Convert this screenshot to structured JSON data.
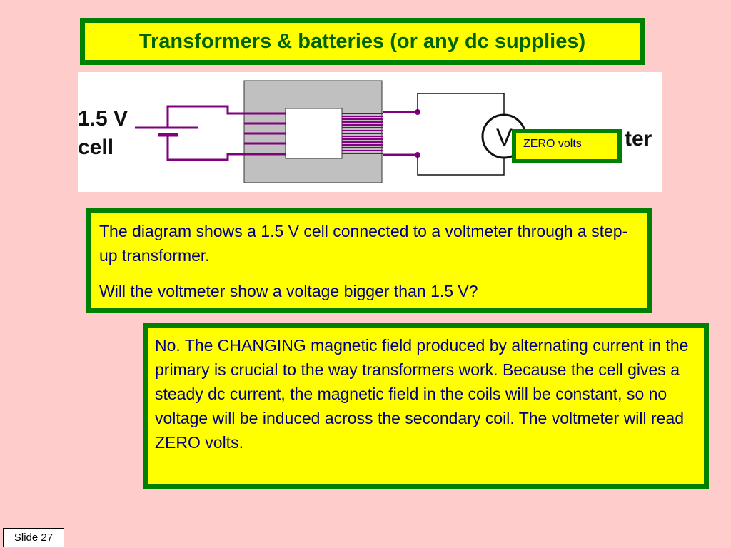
{
  "title": "Transformers & batteries (or any dc supplies)",
  "diagram": {
    "cell_label_line1": "1.5 V",
    "cell_label_line2": "cell",
    "meter_symbol": "V",
    "meter_label_fragment": "ter",
    "callout": "ZERO volts",
    "wire_color": "#800080"
  },
  "question": {
    "line1": "The diagram shows a 1.5 V cell connected to a voltmeter through a step-up transformer.",
    "line2": "Will the voltmeter show a voltage bigger than 1.5 V?"
  },
  "answer": "No. The CHANGING magnetic field produced by alternating current in the primary is crucial to the way transformers work. Because the cell gives a steady dc current, the magnetic field in the coils will be constant, so no voltage will be induced across the secondary coil. The voltmeter will read ZERO volts.",
  "slide_label": "Slide 27",
  "colors": {
    "background": "#ffcccc",
    "box_fill": "#ffff00",
    "box_border": "#008000",
    "title_text": "#006400",
    "body_text": "#000080"
  }
}
